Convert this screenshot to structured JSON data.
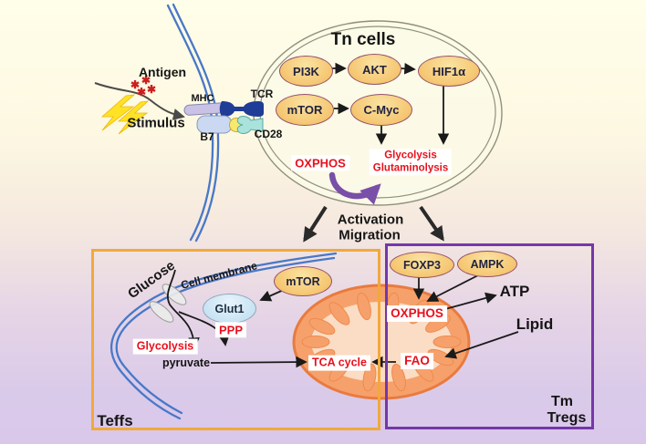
{
  "diagram": {
    "tn_cell": {
      "title": "Tn cells",
      "pi3k": "PI3K",
      "akt": "AKT",
      "hif1a": "HIF1α",
      "mtor": "mTOR",
      "cmyc": "C-Myc",
      "oxphos": "OXPHOS",
      "glycolysis": "Glycolysis",
      "glutaminolysis": "Glutaminolysis"
    },
    "activation_input": {
      "antigen": "Antigen",
      "stimulus": "Stimulus"
    },
    "synapse": {
      "mhc": "MHC",
      "tcr": "TCR",
      "b7": "B7",
      "cd28": "CD28"
    },
    "transition": {
      "activation": "Activation",
      "migration": "Migration"
    },
    "teffs": {
      "glucose": "Glucose",
      "cell_membrane": "Cell membrane",
      "mtor": "mTOR",
      "glut1": "Glut1",
      "ppp": "PPP",
      "glycolysis": "Glycolysis",
      "pyruvate": "pyruvate",
      "tca_cycle": "TCA cycle",
      "label": "Teffs"
    },
    "tm_tregs": {
      "foxp3": "FOXP3",
      "ampk": "AMPK",
      "oxphos": "OXPHOS",
      "atp": "ATP",
      "lipid": "Lipid",
      "fao": "FAO",
      "label_line1": "Tm",
      "label_line2": "Tregs"
    }
  },
  "icons": {
    "antigen_glyph": "✱"
  },
  "colors": {
    "teffs_box_border": "#F2A93B",
    "tregs_box_border": "#7438A8",
    "membrane_blue": "#4878C8",
    "node_fill": "#F5C671",
    "node_border": "#94506C",
    "red_text": "#E8101C",
    "purple_arrow": "#7A4FA8",
    "mito_body": "#F6A16B",
    "mito_border": "#E97B3F",
    "mito_matrix": "#FBDCC4",
    "lightning_yellow": "#FFE226"
  }
}
